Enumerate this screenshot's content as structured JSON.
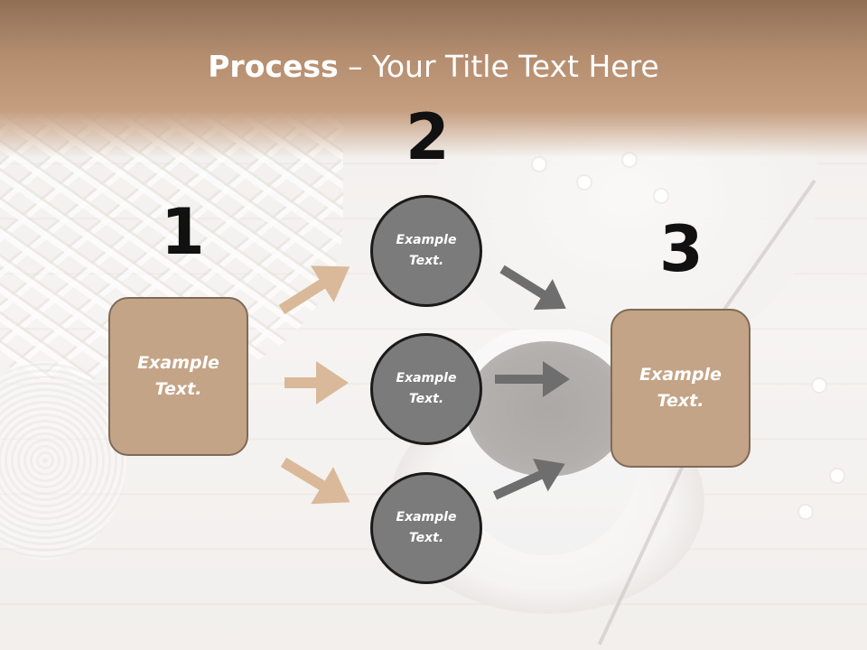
{
  "title": {
    "bold": "Process",
    "rest": " – Your Title Text Here"
  },
  "steps": {
    "one": "1",
    "two": "2",
    "three": "3"
  },
  "left_box": {
    "text": "Example Text."
  },
  "right_box": {
    "text": "Example Text."
  },
  "circles": [
    {
      "text": "Example Text."
    },
    {
      "text": "Example Text."
    },
    {
      "text": "Example Text."
    }
  ],
  "colors": {
    "accent_tan": "#c4a486",
    "title_band": "#b48d6f",
    "circle_gray": "#7b7b7b",
    "arrow_tan": "#d9b999",
    "arrow_gray": "#6e6e6e"
  }
}
